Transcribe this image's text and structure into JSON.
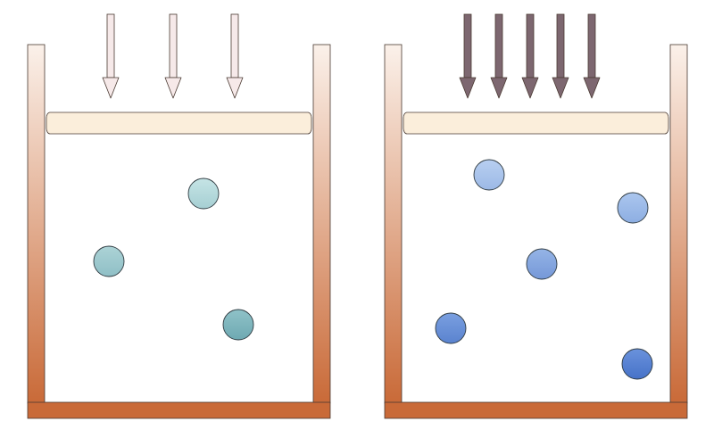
{
  "diagram": {
    "colors": {
      "wall_top": "#fbf1ea",
      "wall_bottom": "#c96a38",
      "piston_fill": "#fbeedb",
      "outline": "#4a3a32",
      "light_arrow": "#f6e9e9",
      "dark_arrow": "#7d6770"
    },
    "containers": [
      {
        "id": "left",
        "arrow_style": "light",
        "arrow_count": 3,
        "particles": [
          {
            "fill_top": "#c5e4e5",
            "fill_bottom": "#a6cfd3"
          },
          {
            "fill_top": "#acd3d6",
            "fill_bottom": "#8fbfc6"
          },
          {
            "fill_top": "#8fc2c8",
            "fill_bottom": "#6ea9b2"
          }
        ]
      },
      {
        "id": "right",
        "arrow_style": "dark",
        "arrow_count": 5,
        "particles": [
          {
            "fill_top": "#b8cff1",
            "fill_bottom": "#9cb9e6"
          },
          {
            "fill_top": "#abc6ee",
            "fill_bottom": "#8daee2"
          },
          {
            "fill_top": "#95b4e6",
            "fill_bottom": "#7598d8"
          },
          {
            "fill_top": "#7a9fe0",
            "fill_bottom": "#5a83cf"
          },
          {
            "fill_top": "#6a92dc",
            "fill_bottom": "#4672c8"
          }
        ]
      }
    ]
  }
}
